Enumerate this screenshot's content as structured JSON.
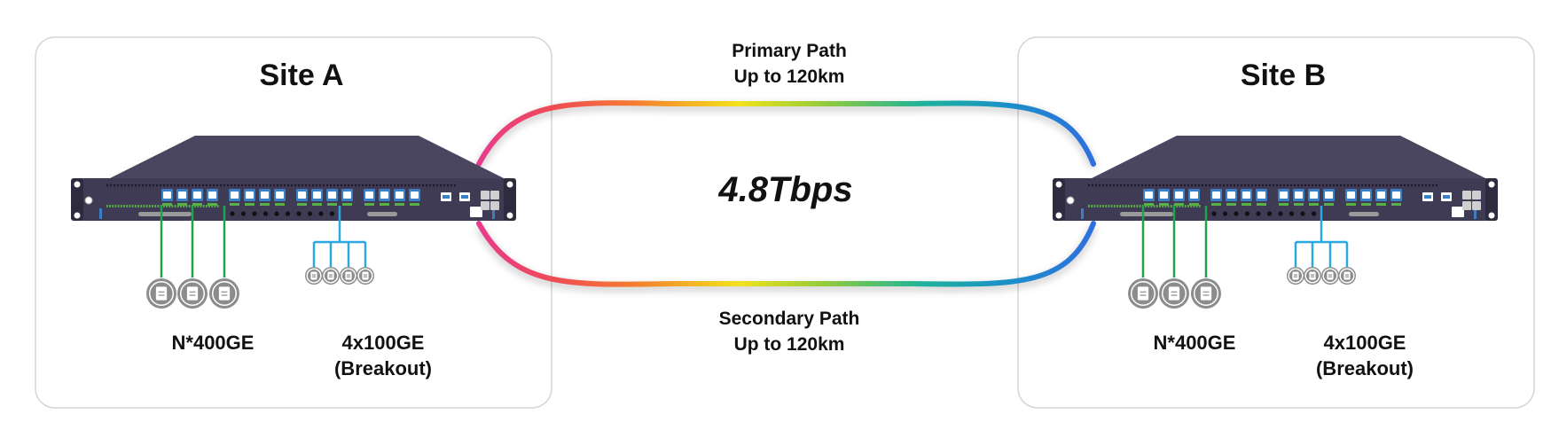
{
  "site_a": {
    "title": "Site A",
    "left_group_label": "N*400GE",
    "right_group_label_line1": "4x100GE",
    "right_group_label_line2": "(Breakout)"
  },
  "site_b": {
    "title": "Site B",
    "left_group_label": "N*400GE",
    "right_group_label_line1": "4x100GE",
    "right_group_label_line2": "(Breakout)"
  },
  "primary_path": {
    "line1": "Primary Path",
    "line2": "Up to 120km"
  },
  "secondary_path": {
    "line1": "Secondary Path",
    "line2": "Up to 120km"
  },
  "capacity": "4.8Tbps",
  "colors": {
    "chassis": "#3f3b55",
    "chassis_top": "#4a4660",
    "port_blue": "#3b7fc4",
    "port_green": "#58b047",
    "link_green": "#1fa34a",
    "link_blue": "#2aa8e0",
    "endpoint_gray": "#8c8c8c",
    "panel_border": "#d6d6d6"
  },
  "icons": {
    "endpoint": "server-endpoint-icon",
    "chassis": "network-switch-icon"
  }
}
